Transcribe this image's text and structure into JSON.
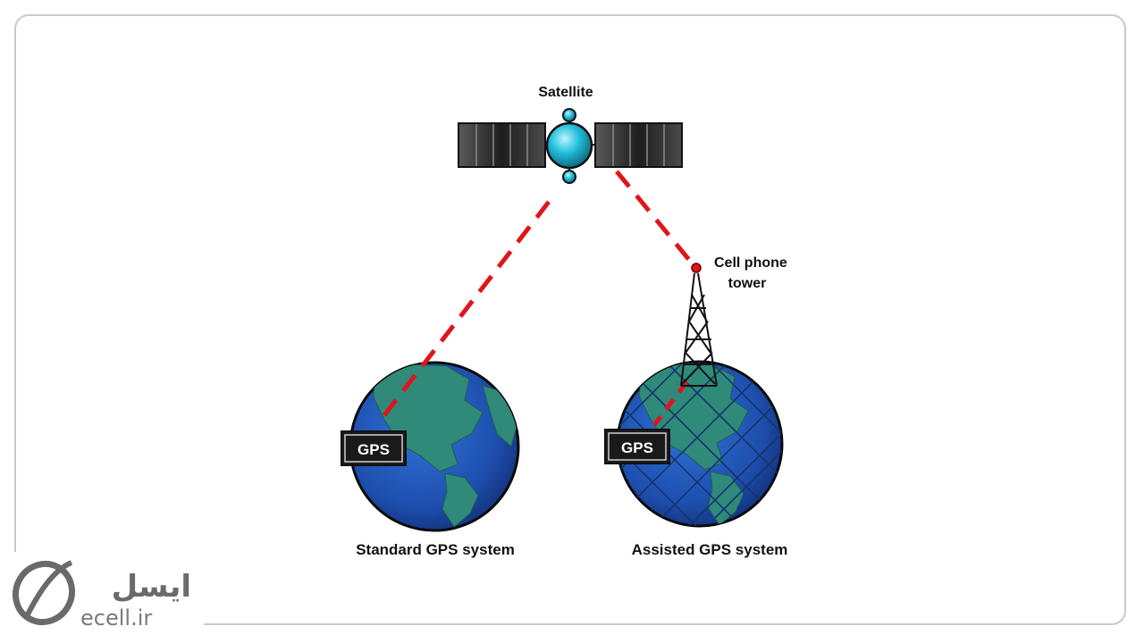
{
  "labels": {
    "satellite": "Satellite",
    "tower_line1": "Cell phone",
    "tower_line2": "tower",
    "standard": "Standard GPS system",
    "assisted": "Assisted GPS system",
    "gps_left": "GPS",
    "gps_right": "GPS"
  },
  "branding": {
    "name_fa": "ایسل",
    "domain": "ecell.ir",
    "logo_icon": "ecell-logo-icon"
  },
  "colors": {
    "signal": "#e0141c",
    "ocean": "#1f4fb0",
    "land": "#2f8a7a",
    "satellite_body": "#1fb8d0",
    "panel": "#2a2a2a"
  }
}
